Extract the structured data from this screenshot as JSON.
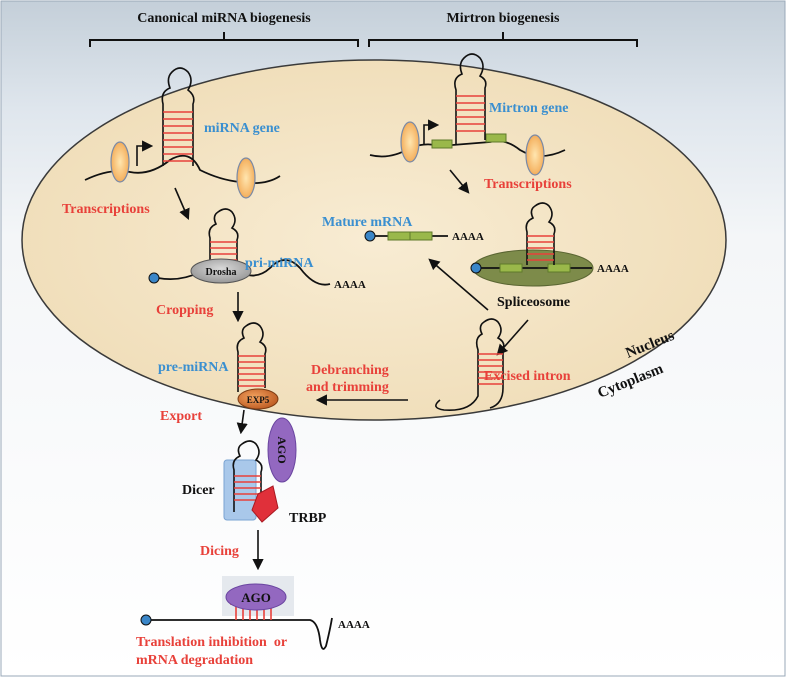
{
  "headers": {
    "canonical": "Canonical miRNA biogenesis",
    "mirtron": "Mirtron biogenesis"
  },
  "canonical": {
    "gene": "miRNA gene",
    "transcriptions": "Transcriptions",
    "drosha": "Drosha",
    "pri_mirna": "pri-miRNA",
    "poly_a": "AAAA",
    "cropping": "Cropping",
    "pre_mirna": "pre-miRNA",
    "exp5": "EXP5",
    "export": "Export"
  },
  "mirtron": {
    "gene": "Mirtron gene",
    "transcriptions": "Transcriptions",
    "mature_mrna": "Mature mRNA",
    "poly_a_mature": "AAAA",
    "poly_a_splice": "AAAA",
    "spliceosome": "Spliceosome",
    "excised_intron": "Excised intron",
    "debranching_1": "Debranching",
    "debranching_2": "and trimming"
  },
  "compartments": {
    "nucleus": "Nucleus",
    "cytoplasm": "Cytoplasm"
  },
  "cytoplasm": {
    "ago_top": "AGO",
    "dicer": "Dicer",
    "trbp": "TRBP",
    "dicing": "Dicing",
    "ago_bottom": "AGO",
    "poly_a": "AAAA",
    "inhibition_1": "Translation inhibition  or",
    "inhibition_2": "mRNA degradation"
  },
  "colors": {
    "label_red": "#e8413a",
    "label_blue": "#3a8fd0",
    "nucleus_fill": "#f3e4c6",
    "stem_red": "#e8413a",
    "exon_green": "#9ab84a",
    "ago_purple": "#9368c0",
    "trbp_red": "#e0303a",
    "dicer_blue": "#a9c8ea"
  }
}
